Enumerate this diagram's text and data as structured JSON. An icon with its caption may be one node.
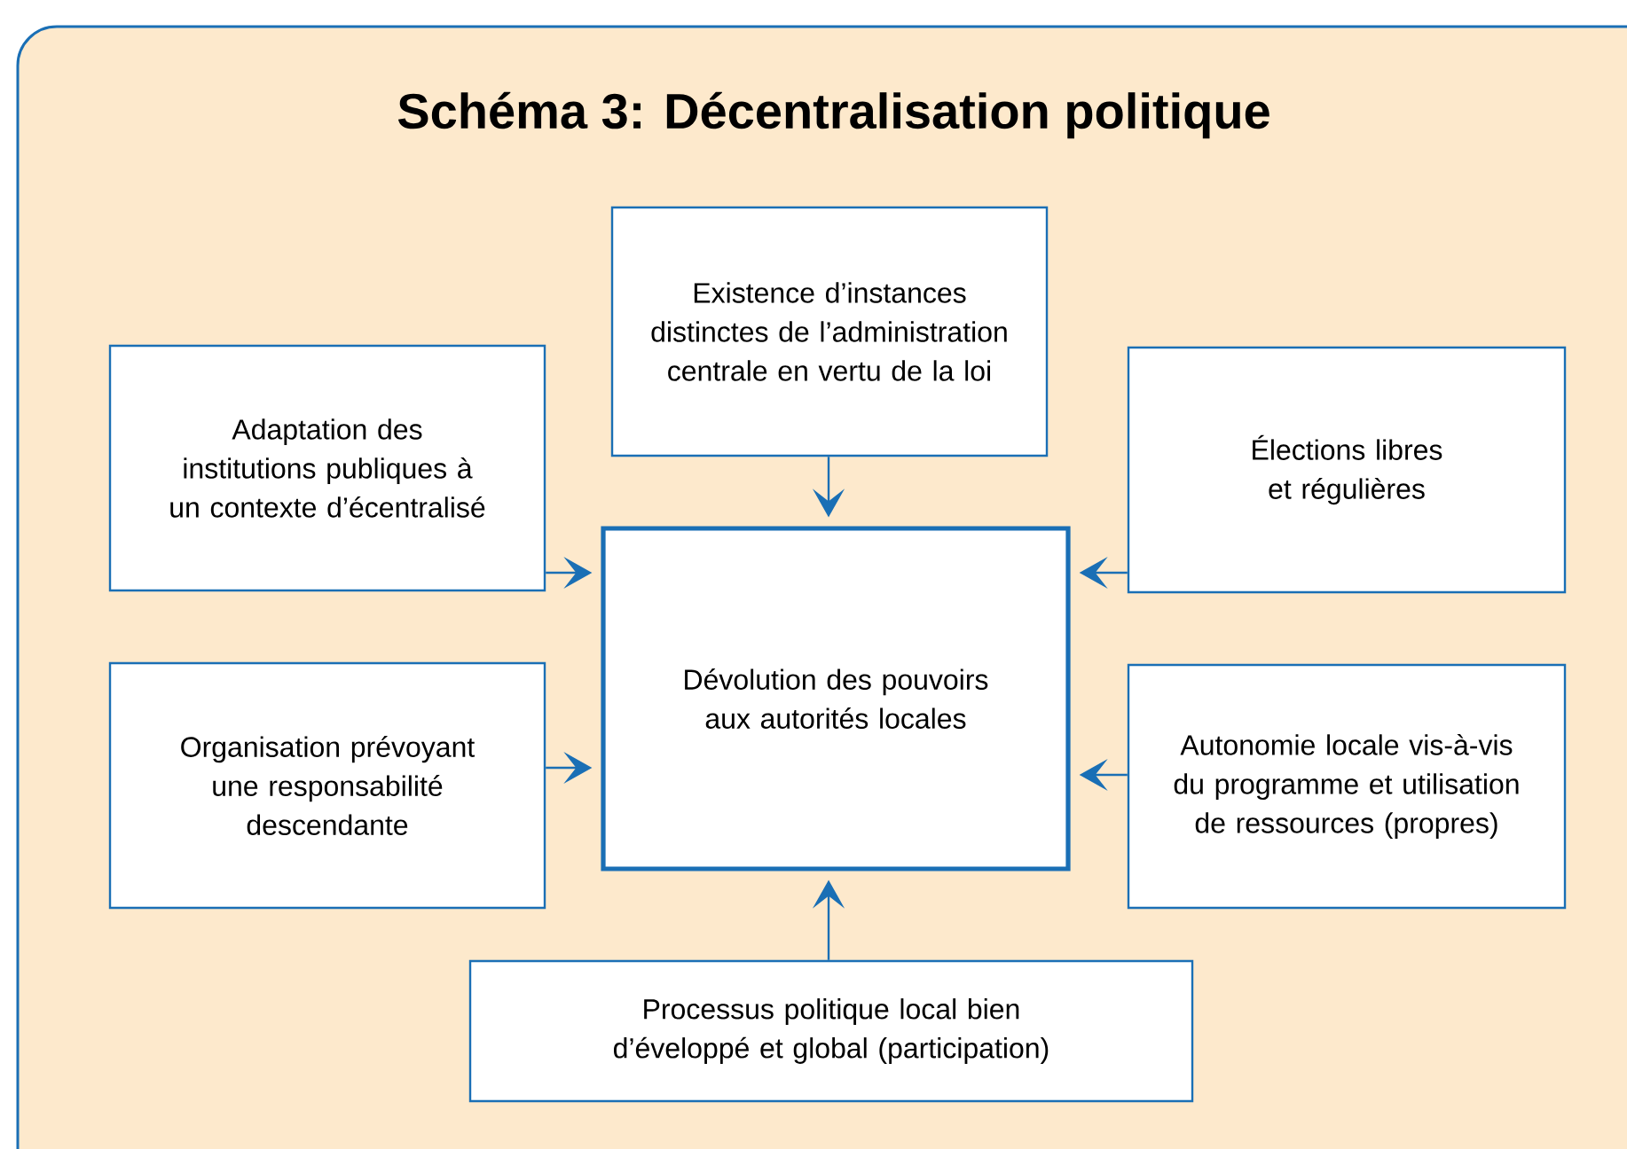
{
  "diagram": {
    "title": "Schéma 3: Décentralisation politique",
    "nodes": [
      {
        "text": [
          "Existence d’instances distinctes de l’administration centrale en vertu de la loi"
        ]
      },
      {
        "text": [
          "Adaptation des institutions publiques à un contexte d’écentralisé"
        ]
      },
      {
        "text": [
          "Élections libres et régulières"
        ]
      },
      {
        "text": [
          "Dévolution des pouvoirs aux autorités locales"
        ]
      },
      {
        "text": [
          "Organisation prévoyant une responsabilité descendante"
        ]
      },
      {
        "text": [
          "Autonomie locale vis-à-vis du programme et utilisation de ressources (propres)"
        ]
      },
      {
        "text": [
          "Processus politique local bien d’éveloppé et global (participation)"
        ]
      }
    ],
    "edges": [
      {
        "from": 0,
        "to": 3,
        "arrow": "to"
      },
      {
        "from": 1,
        "to": 3,
        "arrow": "to"
      },
      {
        "from": 2,
        "to": 3,
        "arrow": "to"
      },
      {
        "from": 4,
        "to": 3,
        "arrow": "to"
      },
      {
        "from": 5,
        "to": 3,
        "arrow": "to"
      },
      {
        "from": 6,
        "to": 3,
        "arrow": "to"
      }
    ]
  }
}
